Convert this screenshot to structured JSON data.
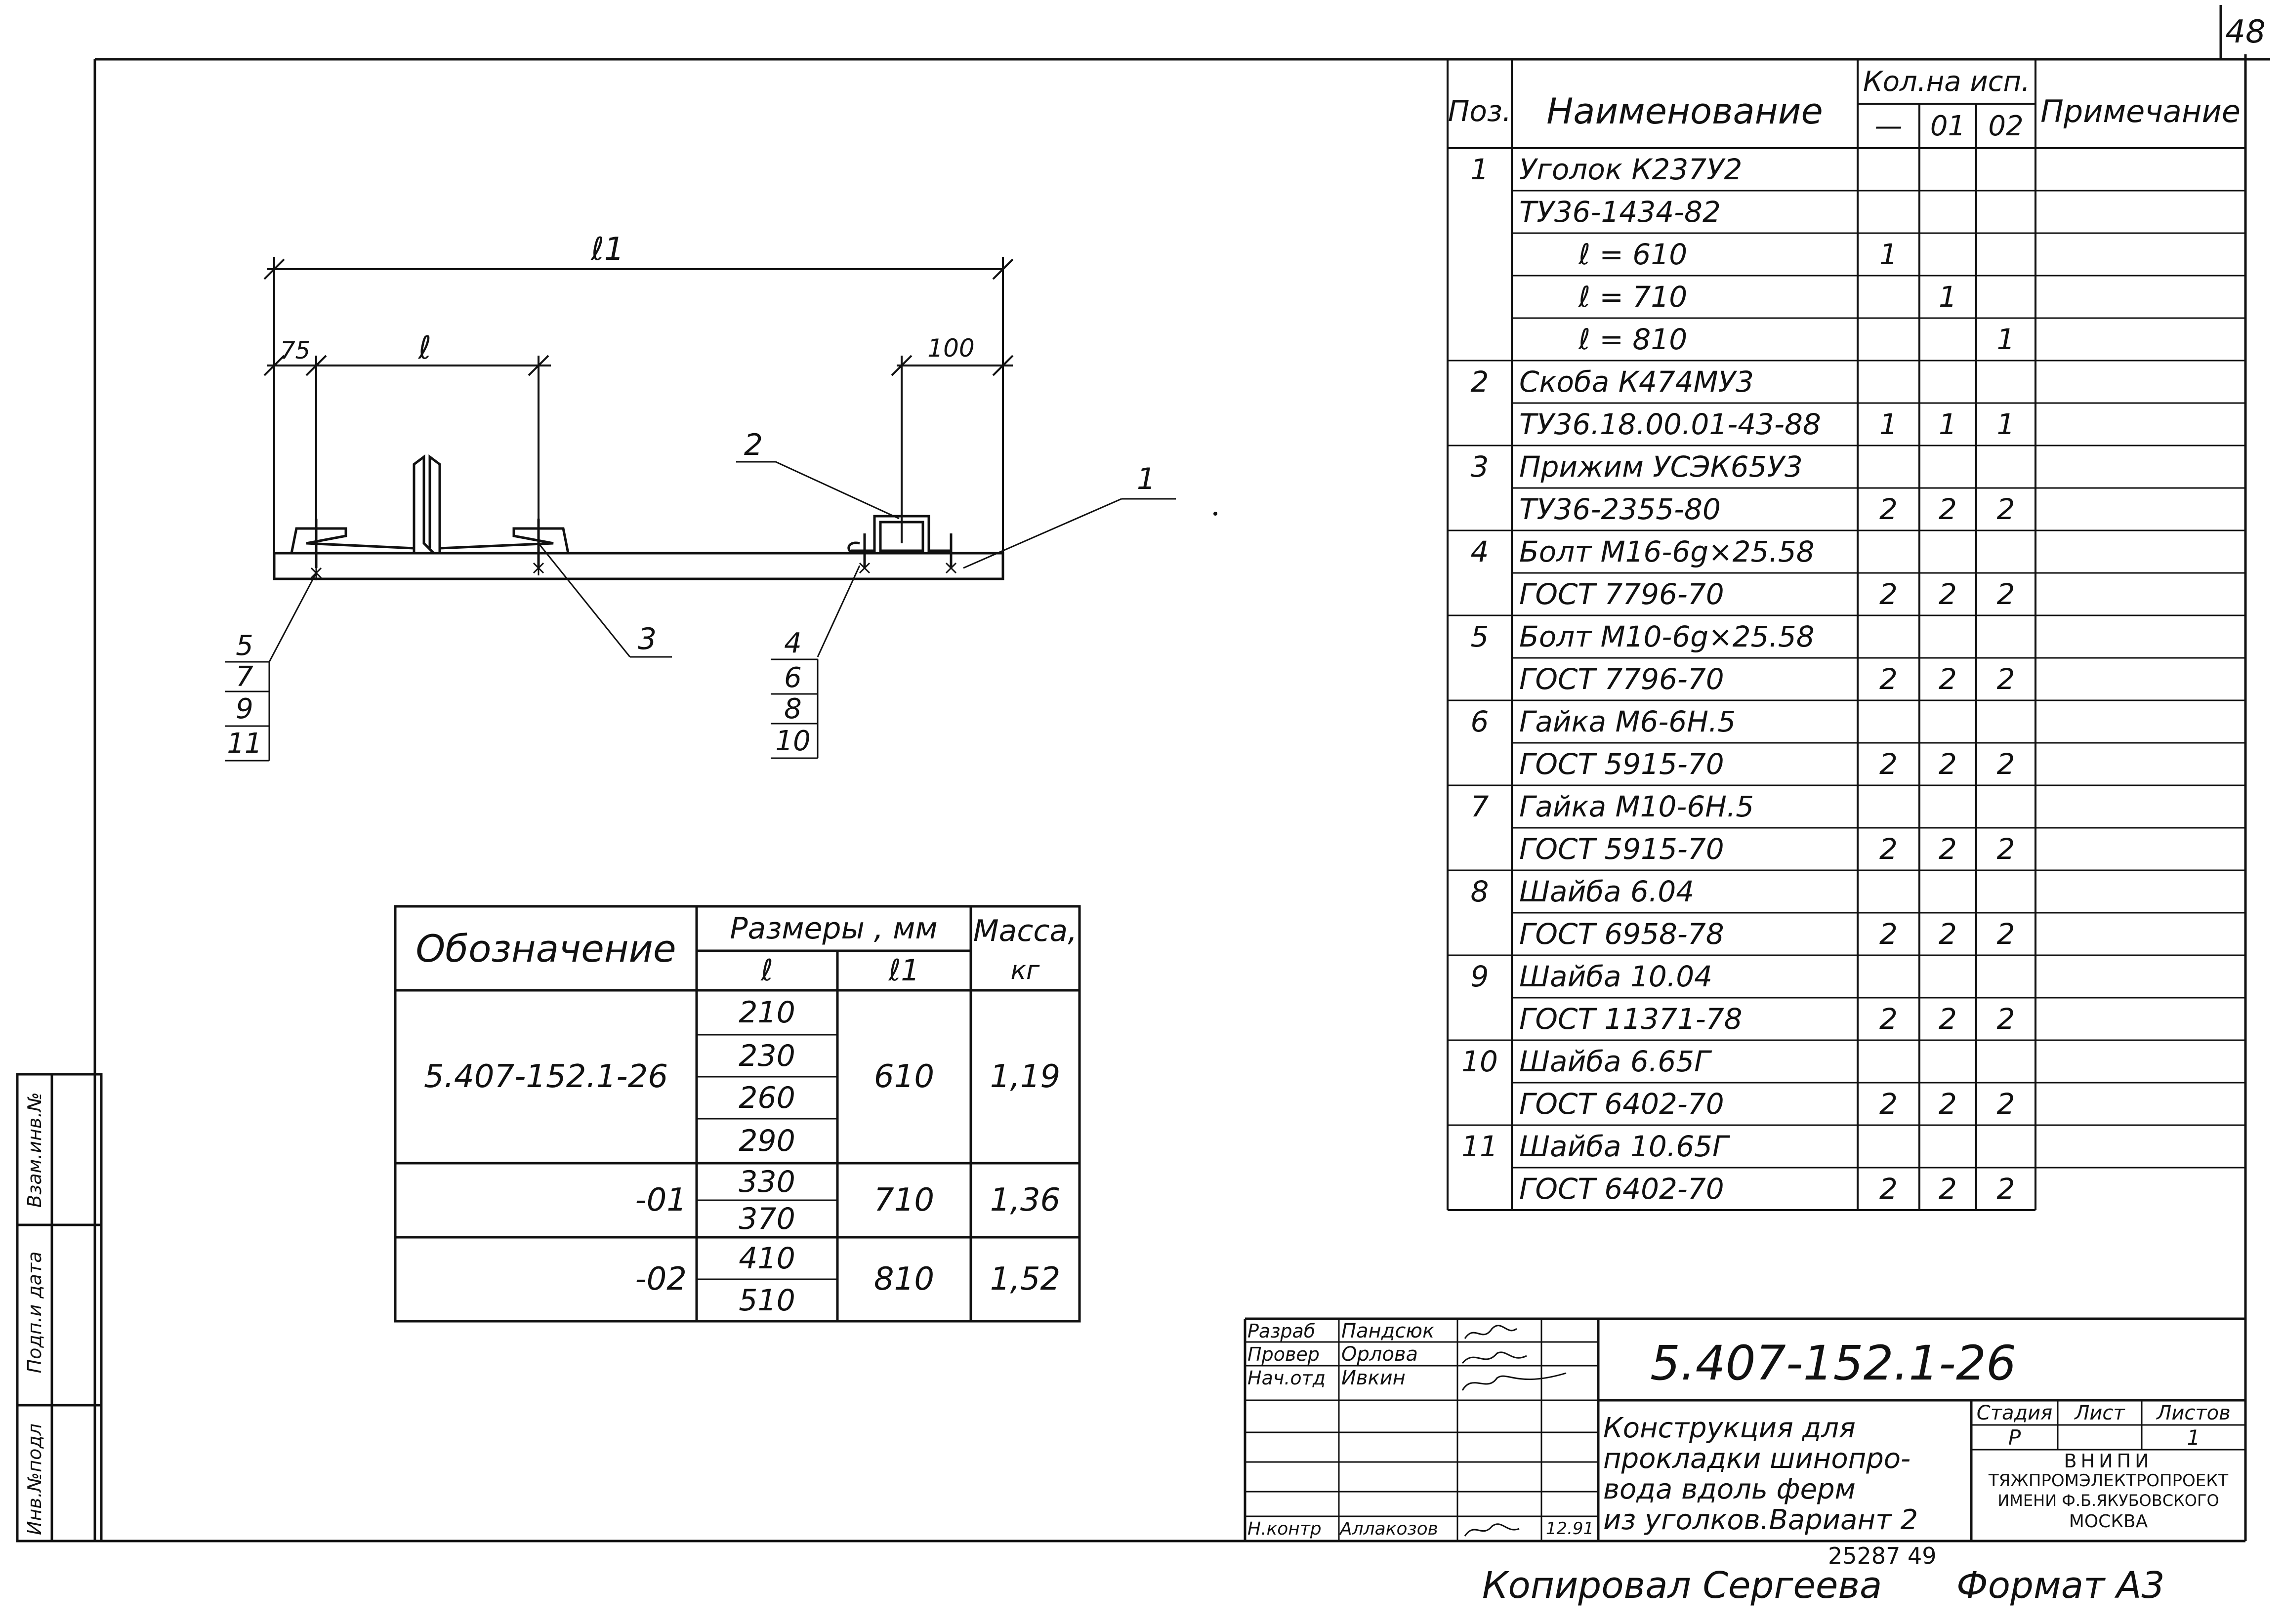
{
  "sheet_number": "48",
  "drawing": {
    "l1_label": "ℓ1",
    "l_label": "ℓ",
    "dim_75": "75",
    "dim_100": "100",
    "pos_labels": [
      "1",
      "2",
      "3"
    ],
    "left_callout": [
      "5",
      "7",
      "9",
      "11"
    ],
    "right_callout": [
      "4",
      "6",
      "8",
      "10"
    ]
  },
  "spec_table": {
    "headers": {
      "pos": "Поз.",
      "name": "Наименование",
      "qty": "Кол.на исп.",
      "variants": [
        "—",
        "01",
        "02"
      ],
      "note": "Примечание"
    },
    "rows": [
      {
        "pos": "1",
        "name": "Уголок К237У2",
        "q0": "",
        "q1": "",
        "q2": ""
      },
      {
        "pos": "",
        "name": "ТУ36-1434-82",
        "q0": "",
        "q1": "",
        "q2": ""
      },
      {
        "pos": "",
        "name": "ℓ = 610",
        "q0": "1",
        "q1": "",
        "q2": ""
      },
      {
        "pos": "",
        "name": "ℓ = 710",
        "q0": "",
        "q1": "1",
        "q2": ""
      },
      {
        "pos": "",
        "name": "ℓ = 810",
        "q0": "",
        "q1": "",
        "q2": "1"
      },
      {
        "pos": "2",
        "name": "Скоба К474МУ3",
        "q0": "",
        "q1": "",
        "q2": ""
      },
      {
        "pos": "",
        "name": "ТУ36.18.00.01-43-88",
        "q0": "1",
        "q1": "1",
        "q2": "1"
      },
      {
        "pos": "3",
        "name": "Прижим УСЭК65У3",
        "q0": "",
        "q1": "",
        "q2": ""
      },
      {
        "pos": "",
        "name": "ТУ36-2355-80",
        "q0": "2",
        "q1": "2",
        "q2": "2"
      },
      {
        "pos": "4",
        "name": "Болт М16-6g×25.58",
        "q0": "",
        "q1": "",
        "q2": ""
      },
      {
        "pos": "",
        "name": "ГОСТ 7796-70",
        "q0": "2",
        "q1": "2",
        "q2": "2"
      },
      {
        "pos": "5",
        "name": "Болт М10-6g×25.58",
        "q0": "",
        "q1": "",
        "q2": ""
      },
      {
        "pos": "",
        "name": "ГОСТ 7796-70",
        "q0": "2",
        "q1": "2",
        "q2": "2"
      },
      {
        "pos": "6",
        "name": "Гайка М6-6Н.5",
        "q0": "",
        "q1": "",
        "q2": ""
      },
      {
        "pos": "",
        "name": "ГОСТ 5915-70",
        "q0": "2",
        "q1": "2",
        "q2": "2"
      },
      {
        "pos": "7",
        "name": "Гайка М10-6Н.5",
        "q0": "",
        "q1": "",
        "q2": ""
      },
      {
        "pos": "",
        "name": "ГОСТ 5915-70",
        "q0": "2",
        "q1": "2",
        "q2": "2"
      },
      {
        "pos": "8",
        "name": "Шайба 6.04",
        "q0": "",
        "q1": "",
        "q2": ""
      },
      {
        "pos": "",
        "name": "ГОСТ 6958-78",
        "q0": "2",
        "q1": "2",
        "q2": "2"
      },
      {
        "pos": "9",
        "name": "Шайба 10.04",
        "q0": "",
        "q1": "",
        "q2": ""
      },
      {
        "pos": "",
        "name": "ГОСТ 11371-78",
        "q0": "2",
        "q1": "2",
        "q2": "2"
      },
      {
        "pos": "10",
        "name": "Шайба 6.65Г",
        "q0": "",
        "q1": "",
        "q2": ""
      },
      {
        "pos": "",
        "name": "ГОСТ 6402-70",
        "q0": "2",
        "q1": "2",
        "q2": "2"
      },
      {
        "pos": "11",
        "name": "Шайба 10.65Г",
        "q0": "",
        "q1": "",
        "q2": ""
      },
      {
        "pos": "",
        "name": "ГОСТ 6402-70",
        "q0": "2",
        "q1": "2",
        "q2": "2"
      }
    ]
  },
  "size_table": {
    "h_designation": "Обозначение",
    "h_sizes": "Размеры , мм",
    "h_l": "ℓ",
    "h_l1": "ℓ1",
    "h_mass": "Масса,",
    "h_mass_unit": "кг",
    "groups": [
      {
        "designation": "5.407-152.1-26",
        "l_values": [
          "210",
          "230",
          "260",
          "290"
        ],
        "l1": "610",
        "mass": "1,19"
      },
      {
        "designation": "-01",
        "l_values": [
          "330",
          "370"
        ],
        "l1": "710",
        "mass": "1,36"
      },
      {
        "designation": "-02",
        "l_values": [
          "410",
          "510"
        ],
        "l1": "810",
        "mass": "1,52"
      }
    ]
  },
  "title_block": {
    "code": "5.407-152.1-26",
    "roles": [
      {
        "role": "Разраб",
        "name": "Пандсюк"
      },
      {
        "role": "Провер",
        "name": "Орлова"
      },
      {
        "role": "Нач.отд",
        "name": "Ивкин"
      },
      {
        "role": "",
        "name": ""
      },
      {
        "role": "",
        "name": ""
      },
      {
        "role": "Н.контр",
        "name": "Аллакозов",
        "date": "12.91"
      }
    ],
    "title_lines": [
      "Конструкция для",
      "прокладки шинопро-",
      "вода вдоль ферм",
      "из уголков.Вариант 2"
    ],
    "stage_label": "Стадия",
    "sheet_label": "Лист",
    "sheets_label": "Листов",
    "stage_value": "Р",
    "sheets_value": "1",
    "org_lines": [
      "ВНИПИ",
      "ТЯЖПРОМЭЛЕКТРОПРОЕКТ",
      "ИМЕНИ Ф.Б.ЯКУБОВСКОГО",
      "МОСКВА"
    ]
  },
  "side_stamp": [
    "Инв.№подл",
    "Подп.и дата",
    "Взам.инв.№"
  ],
  "bottom": {
    "numbers": "25287 49",
    "copied": "Копировал Сергеева",
    "format": "Формат А3"
  }
}
